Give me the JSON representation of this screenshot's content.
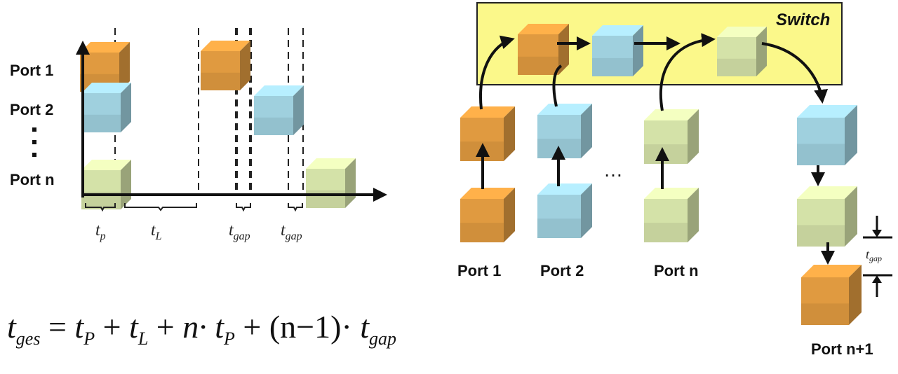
{
  "colors": {
    "orange": "#e09a40",
    "blue": "#9fd0de",
    "green": "#d4e2a8",
    "switch_fill": "#fbf88a",
    "switch_border": "#222222"
  },
  "left": {
    "y_labels": [
      "Port 1",
      "Port 2",
      "Port n"
    ],
    "x_labels": {
      "tp": {
        "base": "t",
        "sub": "p"
      },
      "tl": {
        "base": "t",
        "sub": "L"
      },
      "tgap1": {
        "base": "t",
        "sub": "gap"
      },
      "tgap2": {
        "base": "t",
        "sub": "gap"
      }
    }
  },
  "formula": {
    "parts": [
      {
        "t": "t",
        "s": "ges"
      },
      {
        "t": "="
      },
      {
        "t": "t",
        "s": "P"
      },
      {
        "t": "+"
      },
      {
        "t": "t",
        "s": "L"
      },
      {
        "t": "+"
      },
      {
        "t": "n·"
      },
      {
        "t": "t",
        "s": "P"
      },
      {
        "t": "+"
      },
      {
        "t": "(n−1)·",
        "up": true
      },
      {
        "t": "t",
        "s": "gap"
      }
    ]
  },
  "right": {
    "switch_label": "Switch",
    "ports": [
      "Port 1",
      "Port 2",
      "Port n",
      "Port n+1"
    ],
    "ellipsis": "…",
    "gap_label": {
      "base": "t",
      "sub": "gap"
    }
  }
}
